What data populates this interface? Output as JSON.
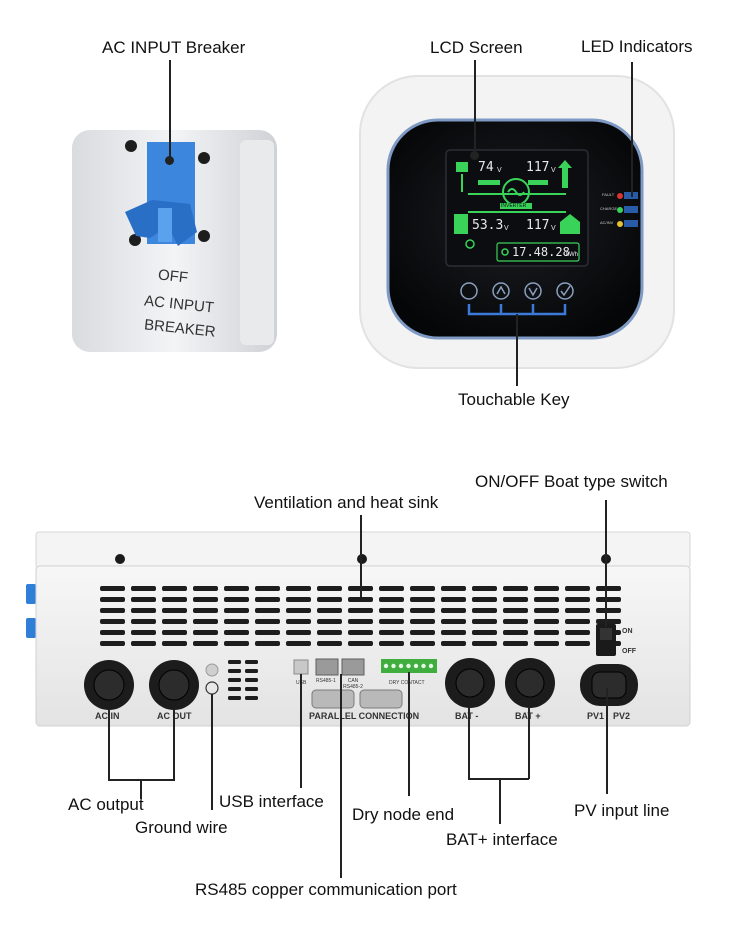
{
  "callouts": {
    "ac_input_breaker": "AC INPUT Breaker",
    "lcd_screen": "LCD Screen",
    "led_indicators": "LED Indicators",
    "touchable_key": "Touchable Key",
    "ventilation": "Ventilation and heat sink",
    "onoff_switch": "ON/OFF Boat type switch",
    "ac_output": "AC output",
    "ground_wire": "Ground wire",
    "usb_interface": "USB interface",
    "dry_node": "Dry node end",
    "pv_input": "PV input line",
    "bat_interface": "BAT+ interface",
    "rs485_port": "RS485 copper communication port"
  },
  "breaker_panel": {
    "state_label": "OFF",
    "title_line1": "AC INPUT",
    "title_line2": "BREAKER"
  },
  "lcd": {
    "pv_voltage": "74",
    "pv_unit": "V",
    "grid_voltage": "117",
    "grid_unit": "V",
    "battery_voltage": "53.3",
    "battery_unit": "V",
    "output_voltage": "117",
    "output_unit": "V",
    "center_label": "INVERTER",
    "counter_value": "17.48.28",
    "counter_unit": "kWh",
    "led_labels": [
      "FAULT",
      "CHARGE",
      "AC/INV"
    ]
  },
  "ports": {
    "ac_in": "AC IN",
    "ac_out": "AC OUT",
    "usb": "USB",
    "rs485_1": "RS485-1",
    "can_rs485_2": "CAN RS485-2",
    "dry_contact": "DRY CONTACT",
    "parallel": "PARALLEL CONNECTION",
    "bat_minus": "BAT -",
    "bat_plus": "BAT +",
    "pv1": "PV1",
    "pv2": "PV2",
    "switch_on": "ON",
    "switch_off": "OFF"
  },
  "colors": {
    "lcd_green": "#39d35a",
    "lcd_background": "#0b0d10",
    "breaker_blue": "#2f7fd8",
    "housing": "#ededed",
    "terminal_green": "#3fae3f"
  }
}
